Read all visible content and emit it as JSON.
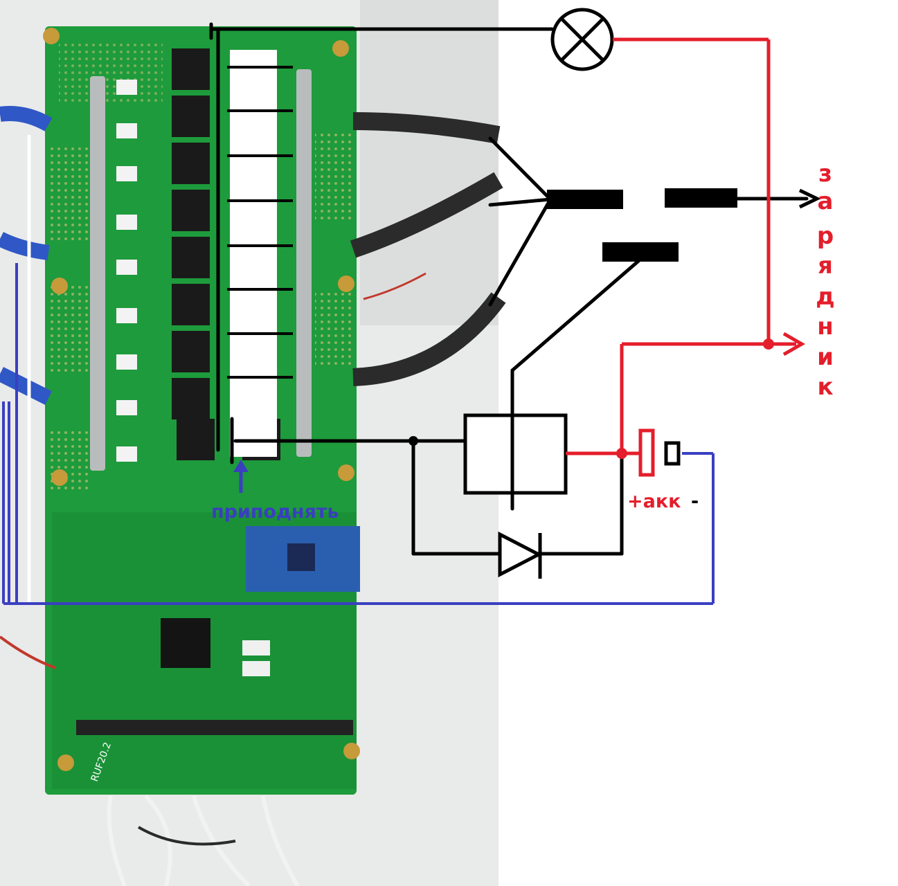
{
  "labels": {
    "charger_letters": [
      "з",
      "а",
      "р",
      "я",
      "д",
      "н",
      "и",
      "к"
    ],
    "lift_note": "приподнять",
    "battery_plus": "+акк",
    "battery_minus": "-",
    "board_silkscreen": "RUF20.2"
  },
  "colors": {
    "pcb": "#1e9b3c",
    "pcb_dark": "#157a2d",
    "wire_black": "#000000",
    "wire_red": "#e41e2b",
    "wire_blue": "#3a3fc0",
    "label_red": "#e41e2b",
    "label_blue": "#3a3fc0",
    "module_blue": "#2a5fb0"
  },
  "icons": [
    "lamp-icon",
    "relay-icon",
    "diode-icon",
    "battery-icon",
    "arrow-icon"
  ]
}
